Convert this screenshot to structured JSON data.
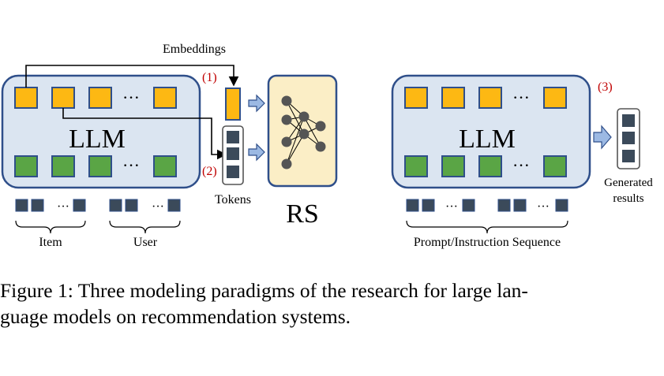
{
  "figure": {
    "left": {
      "embeddings_label": "Embeddings",
      "marker_1": "(1)",
      "marker_2": "(2)",
      "llm_label": "LLM",
      "ellipsis": "···",
      "tokens_label": "Tokens",
      "rs_label": "RS",
      "item_label": "Item",
      "user_label": "User"
    },
    "right": {
      "marker_3": "(3)",
      "llm_label": "LLM",
      "ellipsis": "···",
      "generated_label_line1": "Generated",
      "generated_label_line2": "results",
      "prompt_label": "Prompt/Instruction Sequence"
    },
    "colors": {
      "llm_fill": "#dbe5f1",
      "llm_stroke": "#2f4f8a",
      "embedding_yellow": "#fdb813",
      "output_green": "#5aa545",
      "token_gray": "#3b4a5a",
      "rs_fill": "#fbeec6",
      "arrow_fill": "#9cb9e3",
      "marker_red": "#c00000"
    }
  },
  "caption": {
    "line1": "Figure 1: Three modeling paradigms of the research for large lan-",
    "line2": "guage models on recommendation systems."
  }
}
